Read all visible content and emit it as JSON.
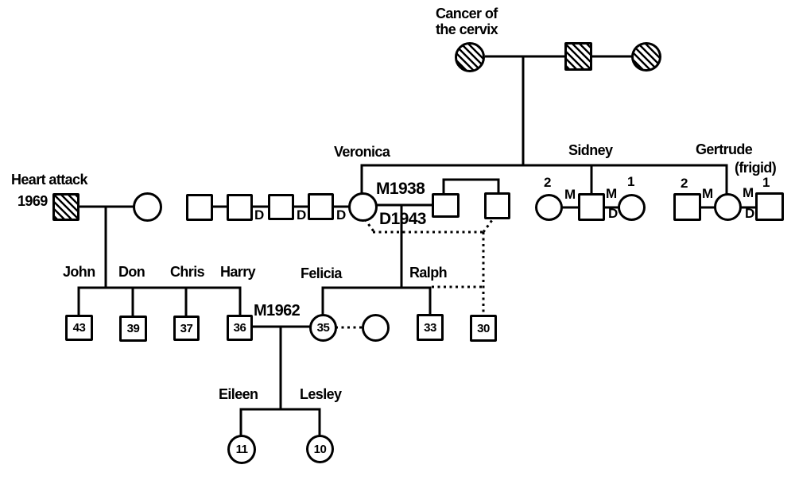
{
  "palette": {
    "ink": "#000000",
    "paper": "#ffffff"
  },
  "notes": {
    "cancer_line1": "Cancer of",
    "cancer_line2": "the cervix",
    "heart_line1": "Heart attack",
    "heart_line2": "1969",
    "frigid": "(frigid)"
  },
  "gen2": {
    "veronica": "Veronica",
    "sidney": "Sidney",
    "gertrude": "Gertrude",
    "marriage_year": "M1938",
    "divorce_year": "D1943",
    "mark_married": "M",
    "mark_divorced": "D",
    "mark_first": "1",
    "mark_second": "2"
  },
  "gen3": {
    "marriage_year": "M1962",
    "names": {
      "john": "John",
      "don": "Don",
      "chris": "Chris",
      "harry": "Harry",
      "felicia": "Felicia",
      "ralph": "Ralph"
    },
    "ages": {
      "john": "43",
      "don": "39",
      "chris": "37",
      "harry": "36",
      "felicia": "35",
      "ralph": "33",
      "half_brother": "30"
    }
  },
  "gen4": {
    "names": {
      "eileen": "Eileen",
      "lesley": "Lesley"
    },
    "ages": {
      "eileen": "11",
      "lesley": "10"
    }
  }
}
